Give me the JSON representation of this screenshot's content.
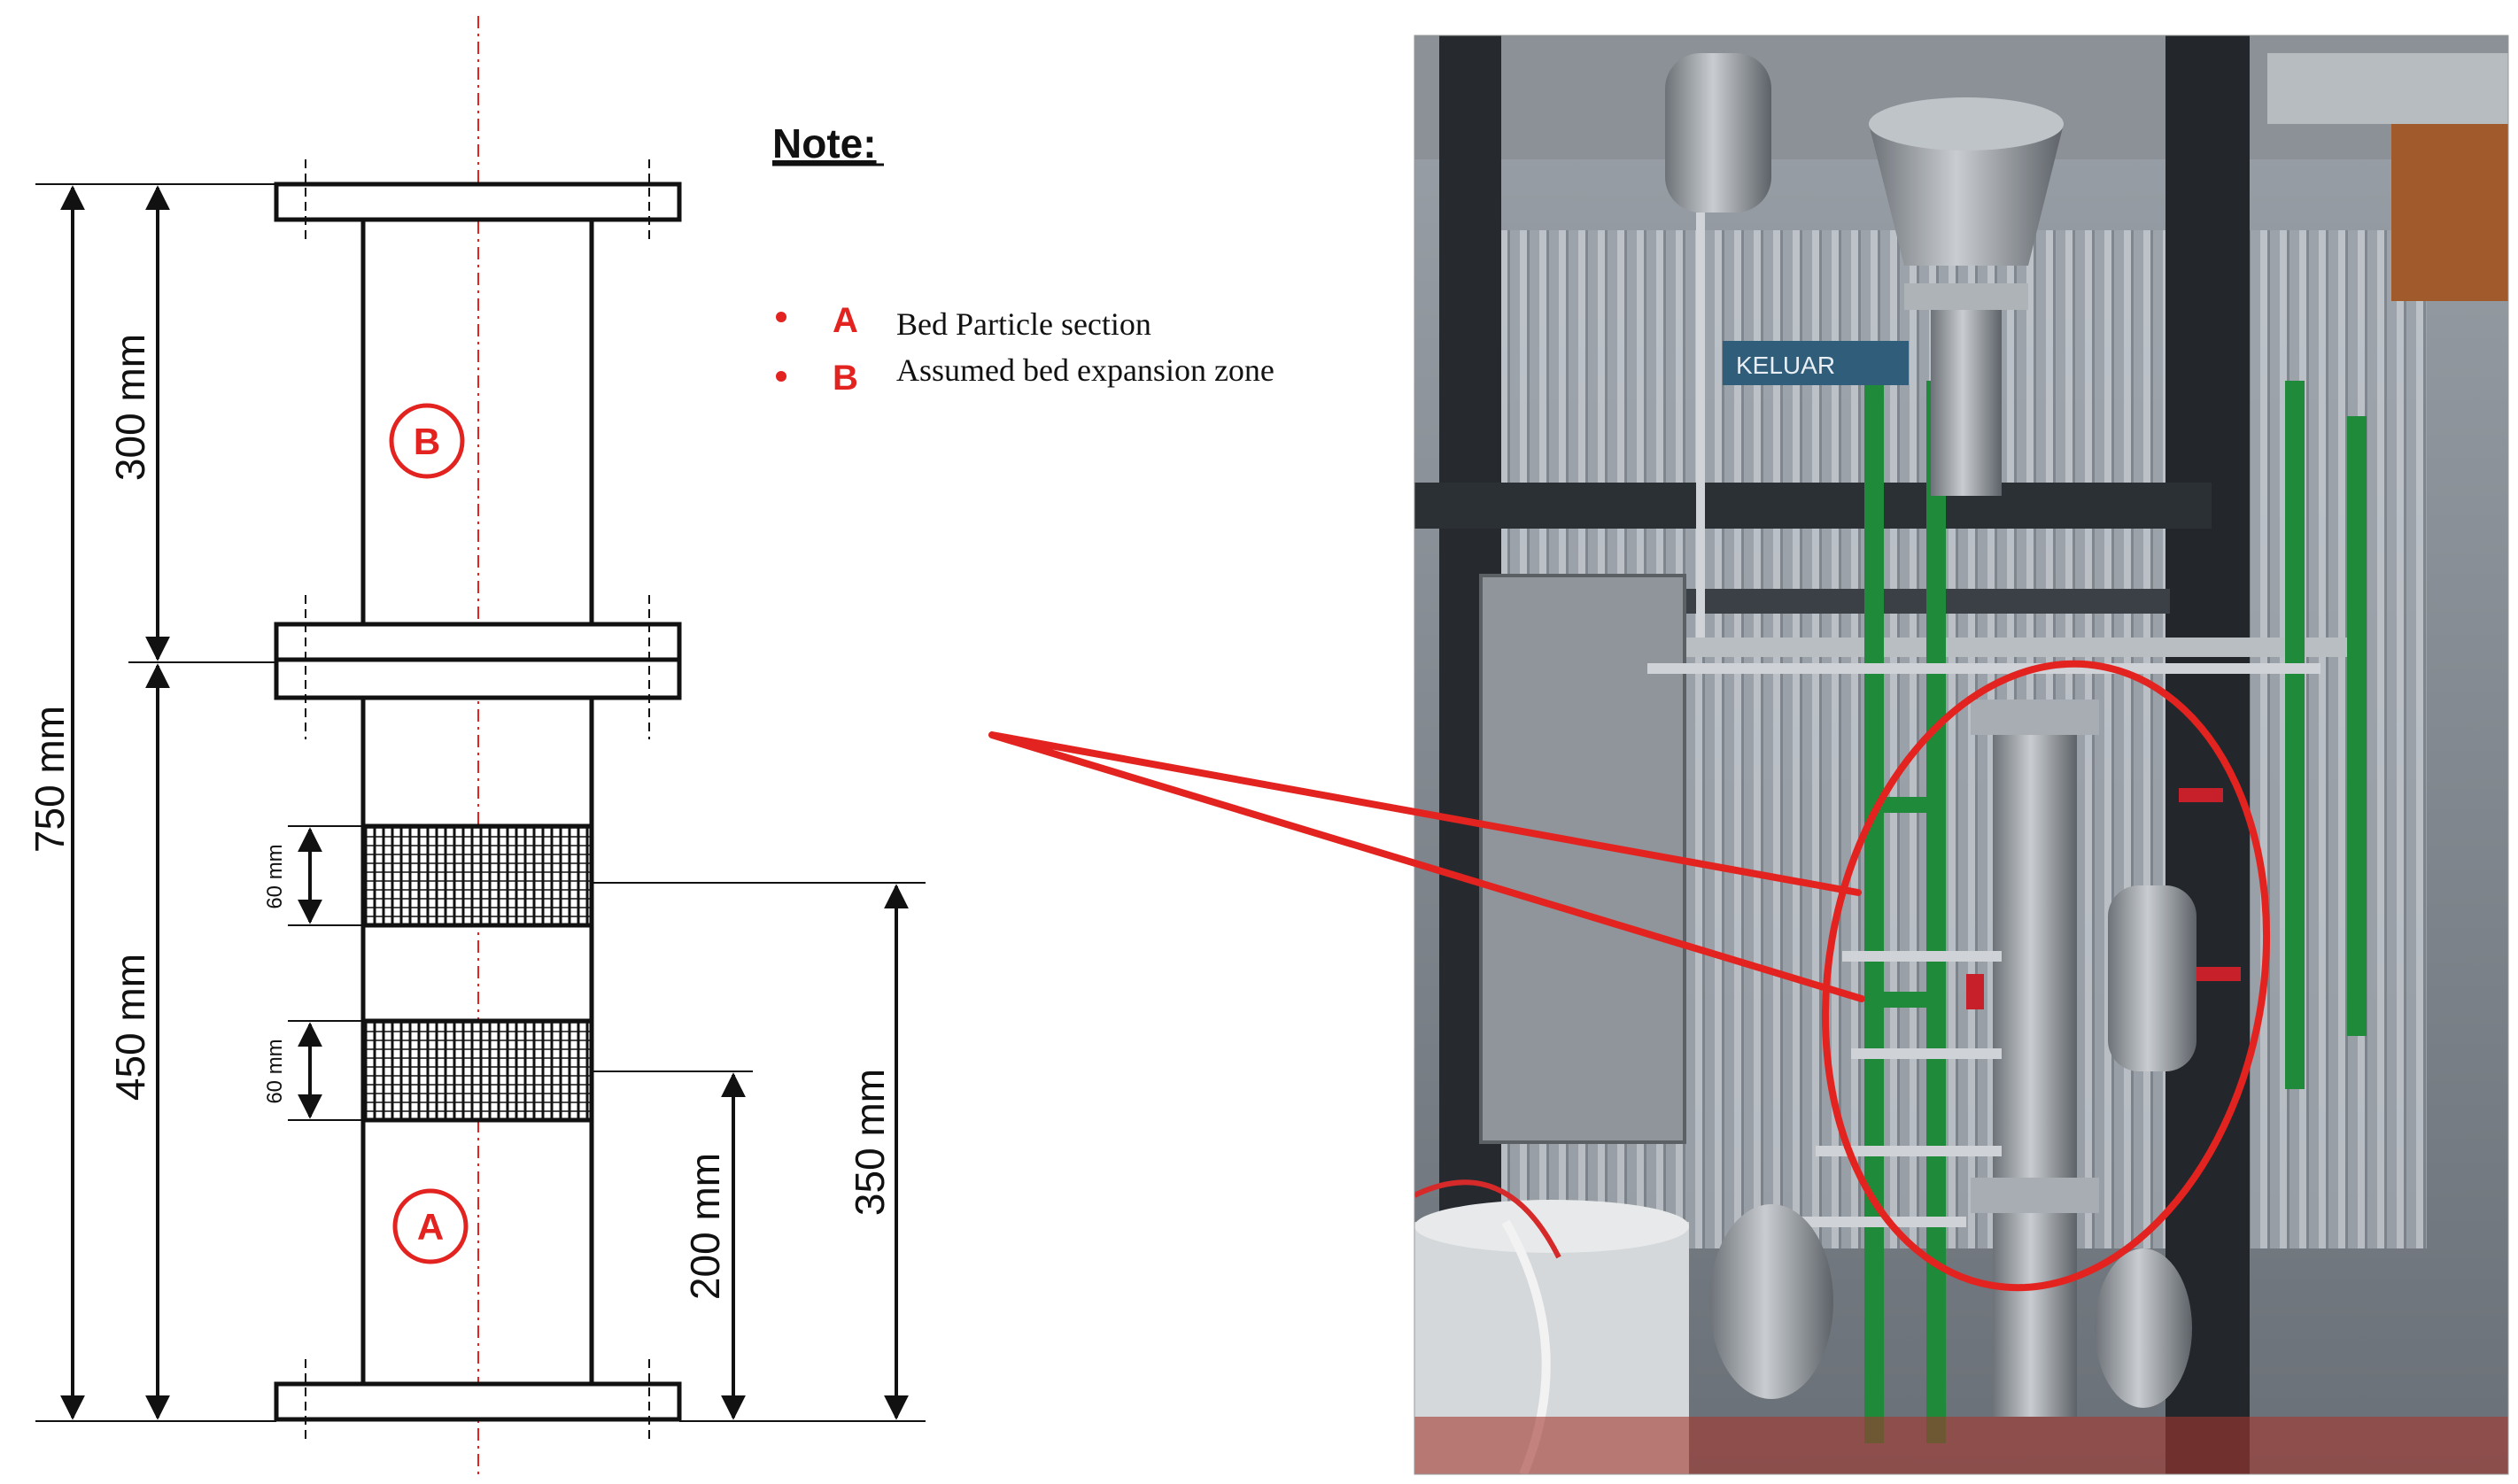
{
  "note": {
    "title": "Note:",
    "items": [
      {
        "key": "A",
        "text": "Bed Particle section"
      },
      {
        "key": "B",
        "text": "Assumed bed expansion zone"
      }
    ]
  },
  "zones": {
    "a": "A",
    "b": "B"
  },
  "dimensions": {
    "total": "750 mm",
    "upper": "300 mm",
    "lower": "450 mm",
    "bed_upper": "60 mm",
    "bed_lower": "60 mm",
    "h_350": "350 mm",
    "h_200": "200 mm"
  },
  "photo": {
    "sign_text": "KELUAR"
  },
  "colors": {
    "accent": "#e3231f",
    "frame": "#111111",
    "photo_green": "#1e8a3a"
  }
}
